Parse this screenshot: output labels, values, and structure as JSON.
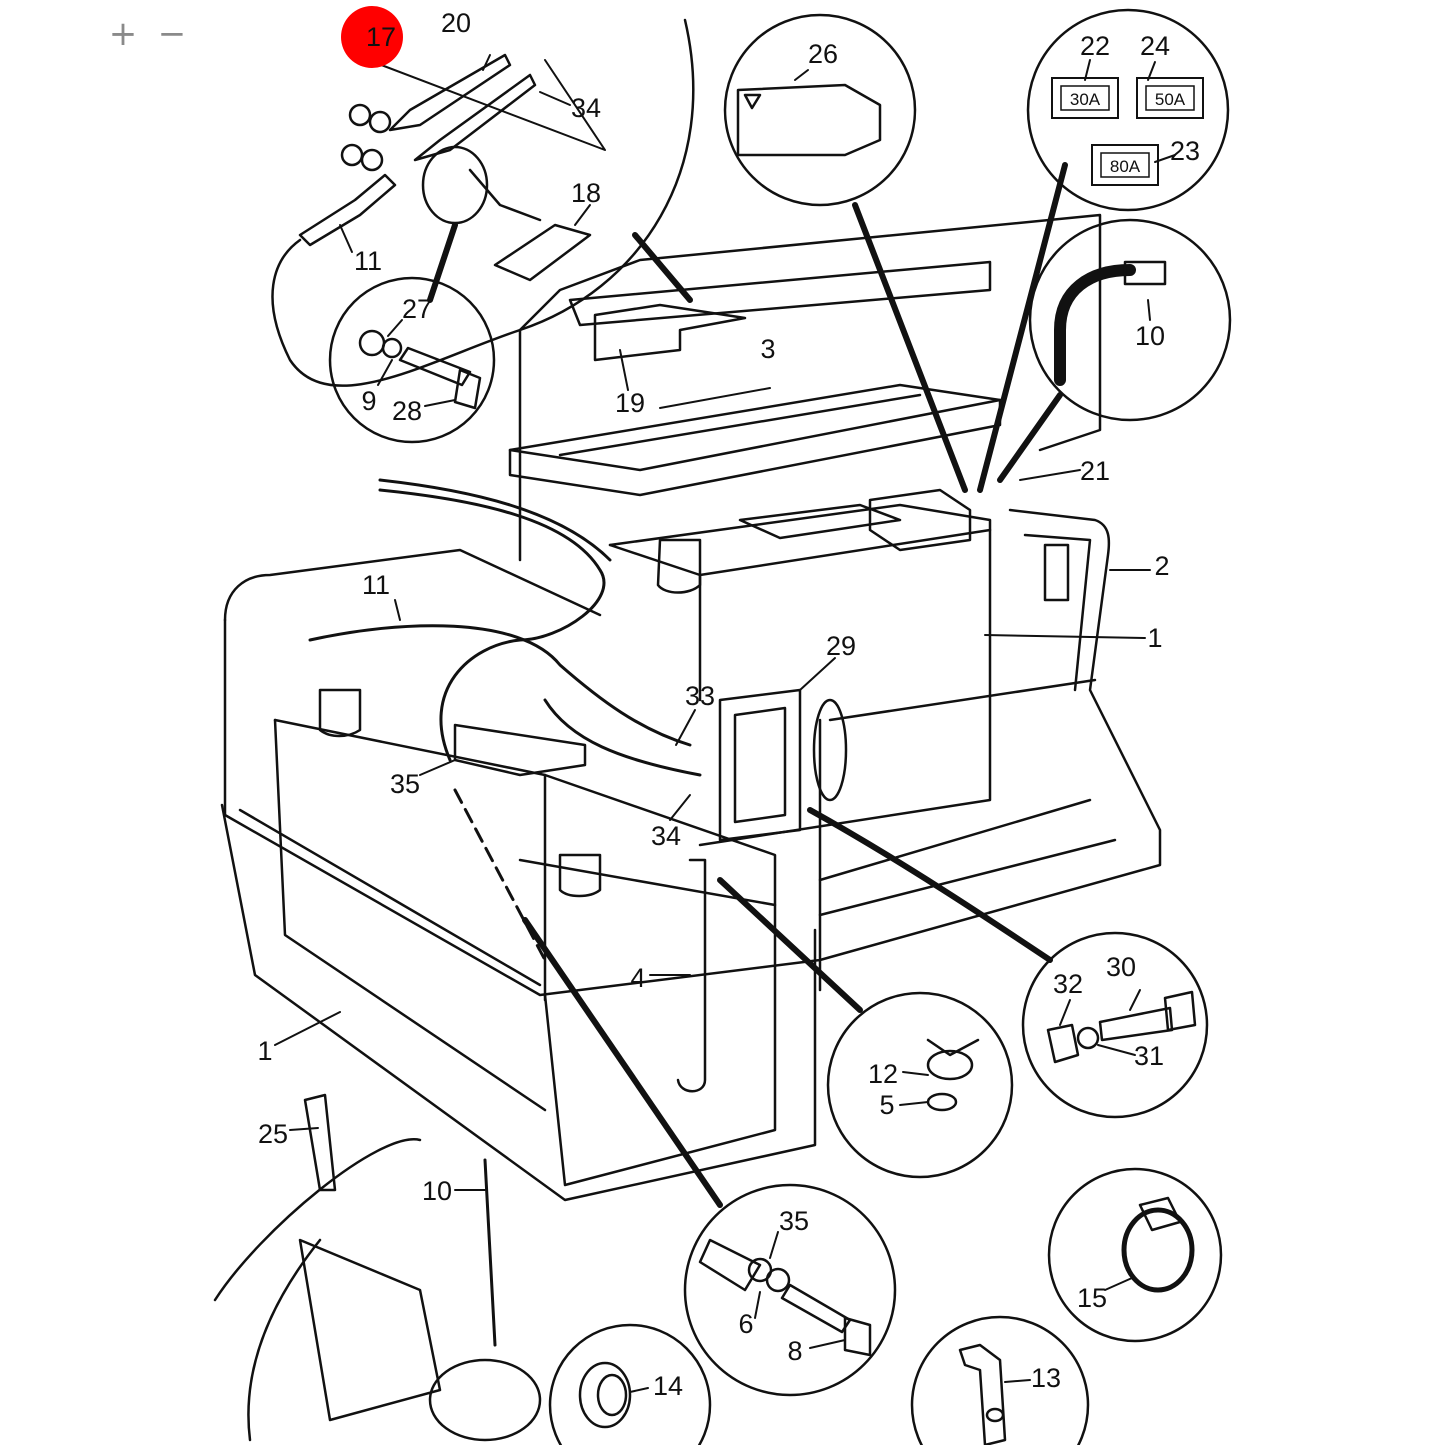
{
  "toolbar": {
    "zoom_in_label": "+",
    "zoom_out_label": "−"
  },
  "highlight": {
    "label": "17",
    "color": "#ff0000"
  },
  "fuses": [
    "30A",
    "50A",
    "80A"
  ],
  "callouts": [
    "1",
    "2",
    "3",
    "4",
    "5",
    "6",
    "8",
    "9",
    "10",
    "11",
    "12",
    "13",
    "14",
    "15",
    "18",
    "19",
    "20",
    "21",
    "22",
    "23",
    "24",
    "25",
    "26",
    "27",
    "28",
    "29",
    "30",
    "31",
    "32",
    "33",
    "34",
    "35"
  ],
  "colors": {
    "line": "#111111",
    "paper": "#ffffff",
    "muted": "#8a8a8a"
  }
}
